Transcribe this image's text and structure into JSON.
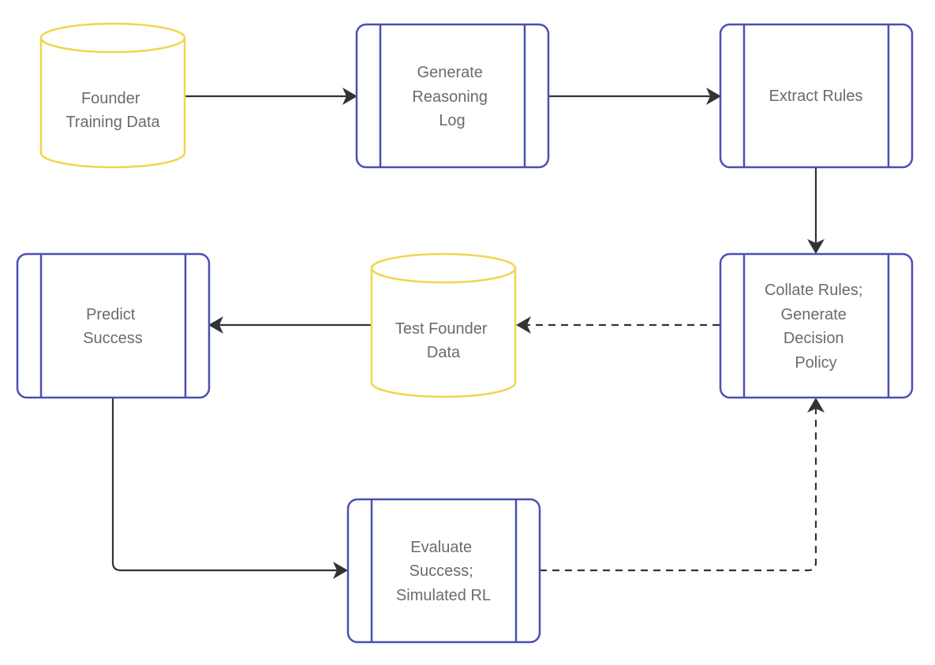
{
  "nodes": {
    "founder_training_data": {
      "label": [
        "Founder",
        "Training Data"
      ],
      "shape": "cylinder",
      "color": "#f2d54e"
    },
    "generate_reasoning_log": {
      "label": [
        "Generate",
        "Reasoning",
        "Log"
      ],
      "shape": "process",
      "color": "#4b4fb3"
    },
    "extract_rules": {
      "label": [
        "Extract Rules"
      ],
      "shape": "process",
      "color": "#4b4fb3"
    },
    "collate_rules": {
      "label": [
        "Collate Rules;",
        "Generate",
        "Decision",
        "Policy"
      ],
      "shape": "process",
      "color": "#4b4fb3"
    },
    "test_founder_data": {
      "label": [
        "Test Founder",
        "Data"
      ],
      "shape": "cylinder",
      "color": "#f2d54e"
    },
    "predict_success": {
      "label": [
        "Predict",
        "Success"
      ],
      "shape": "process",
      "color": "#4b4fb3"
    },
    "evaluate_success": {
      "label": [
        "Evaluate",
        "Success;",
        "Simulated RL"
      ],
      "shape": "process",
      "color": "#4b4fb3"
    }
  },
  "edges": [
    {
      "from": "founder_training_data",
      "to": "generate_reasoning_log",
      "style": "solid"
    },
    {
      "from": "generate_reasoning_log",
      "to": "extract_rules",
      "style": "solid"
    },
    {
      "from": "extract_rules",
      "to": "collate_rules",
      "style": "solid"
    },
    {
      "from": "collate_rules",
      "to": "test_founder_data",
      "style": "dashed"
    },
    {
      "from": "test_founder_data",
      "to": "predict_success",
      "style": "solid"
    },
    {
      "from": "predict_success",
      "to": "evaluate_success",
      "style": "solid"
    },
    {
      "from": "evaluate_success",
      "to": "collate_rules",
      "style": "dashed"
    }
  ]
}
